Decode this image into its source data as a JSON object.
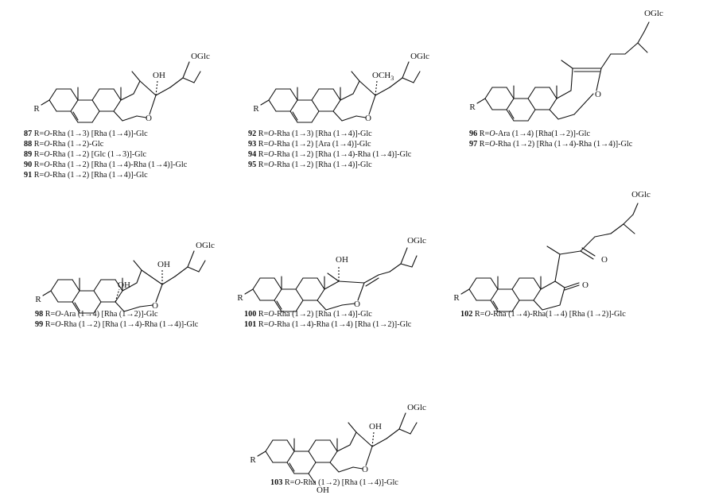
{
  "labels": {
    "oglc": "OGlc",
    "oh": "OH",
    "och3": "OCH3",
    "o": "O",
    "r": "R"
  },
  "captions": {
    "s1": [
      {
        "num": "87",
        "text": "-Rha (1→3) [Rha (1→4)]-Glc"
      },
      {
        "num": "88",
        "text": "-Rha (1→2)-Glc"
      },
      {
        "num": "89",
        "text": "-Rha (1→2) [Glc (1→3)]-Glc"
      },
      {
        "num": "90",
        "text": "-Rha (1→2) [Rha (1→4)-Rha (1→4)]-Glc"
      },
      {
        "num": "91",
        "text": "-Rha (1→2) [Rha (1→4)]-Glc"
      }
    ],
    "s2": [
      {
        "num": "92",
        "text": "-Rha (1→3) [Rha (1→4)]-Glc"
      },
      {
        "num": "93",
        "text": "-Rha (1→2) [Ara (1→4)]-Glc"
      },
      {
        "num": "94",
        "text": "-Rha (1→2) [Rha (1→4)-Rha (1→4)]-Glc"
      },
      {
        "num": "95",
        "text": "-Rha (1→2) [Rha (1→4)]-Glc"
      }
    ],
    "s3": [
      {
        "num": "96",
        "text": "-Ara (1→4) [Rha(1→2)]-Glc"
      },
      {
        "num": "97",
        "text": "-Rha (1→2) [Rha (1→4)-Rha (1→4)]-Glc"
      }
    ],
    "s4": [
      {
        "num": "98",
        "text": "-Ara (1→4) [Rha (1→2)]-Glc"
      },
      {
        "num": "99",
        "text": "-Rha (1→2) [Rha (1→4)-Rha (1→4)]-Glc"
      }
    ],
    "s5": [
      {
        "num": "100",
        "text": "-Rha (1→2) [Rha (1→4)]-Glc"
      },
      {
        "num": "101",
        "text": "-Rha (1→4)-Rha (1→4) [Rha (1→2)]-Glc"
      }
    ],
    "s6": [
      {
        "num": "102",
        "text": "-Rha (1→4)-Rha(1→4) [Rha (1→2)]-Glc"
      }
    ],
    "s7": [
      {
        "num": "103",
        "text": "-Rha (1→2) [Rha (1→4)]-Glc"
      }
    ]
  }
}
